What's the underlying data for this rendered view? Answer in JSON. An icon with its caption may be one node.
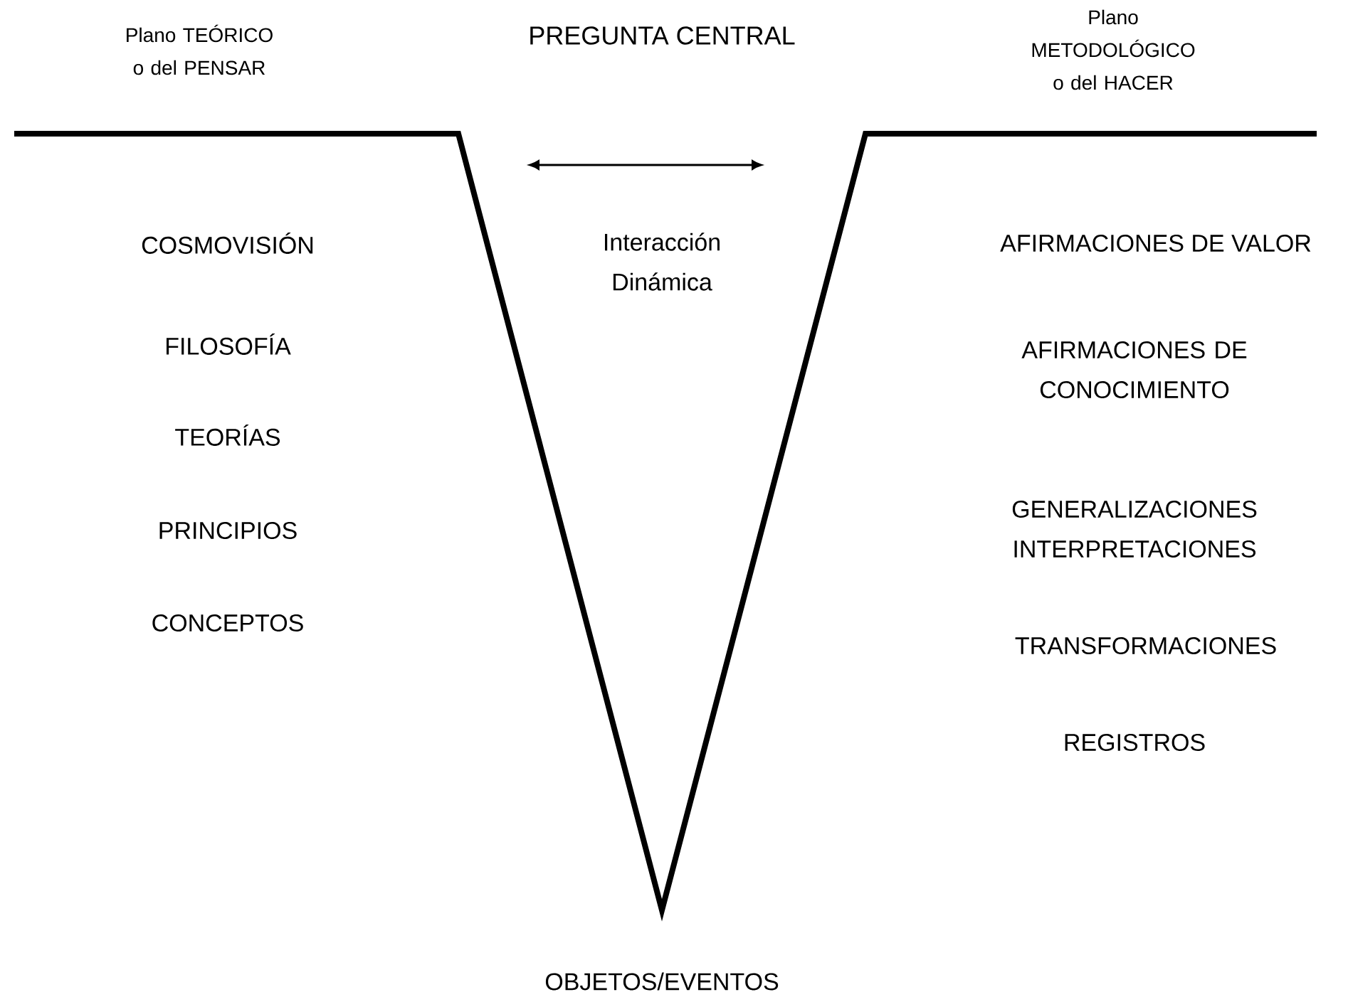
{
  "diagram": {
    "labels": [
      "Plano TEÓRICO o del PENSAR",
      "PREGUNTA CENTRAL",
      "Plano METODOLÓGICO o del HACER",
      "COSMOVISIÓN",
      "Interacción Dinámica",
      "AFIRMACIONES DE VALOR",
      "FILOSOFÍA",
      "AFIRMACIONES DE CONOCIMIENTO",
      "TEORÍAS",
      "GENERALIZACIONES INTERPRETACIONES",
      "PRINCIPIOS",
      "CONCEPTOS",
      "TRANSFORMACIONES",
      "REGISTROS",
      "OBJETOS/EVENTOS"
    ]
  }
}
